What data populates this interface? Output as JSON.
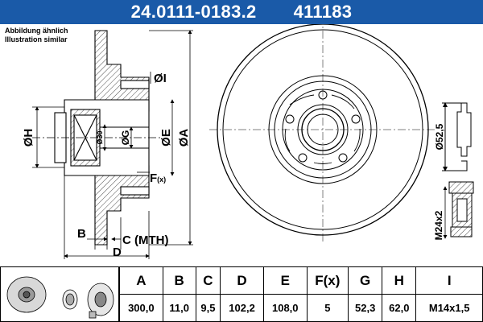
{
  "header": {
    "part_number": "24.0111-0183.2",
    "ref_number": "411183"
  },
  "note": {
    "line1": "Abbildung ähnlich",
    "line2": "Illustration similar"
  },
  "dims": {
    "H": "ØH",
    "G": "ØG",
    "d30": "Ø30",
    "I": "ØI",
    "E": "ØE",
    "A": "ØA",
    "F": "F",
    "Fx": "(x)",
    "B": "B",
    "C": "C (MTH)",
    "D": "D",
    "d525": "Ø52,5",
    "m24": "M24x2"
  },
  "table": {
    "headers": [
      "A",
      "B",
      "C",
      "D",
      "E",
      "F(x)",
      "G",
      "H",
      "I"
    ],
    "values": [
      "300,0",
      "11,0",
      "9,5",
      "102,2",
      "108,0",
      "5",
      "52,3",
      "62,0",
      "M14x1,5"
    ]
  },
  "colors": {
    "header_bg": "#1a5aa8",
    "header_text": "#ffffff"
  }
}
